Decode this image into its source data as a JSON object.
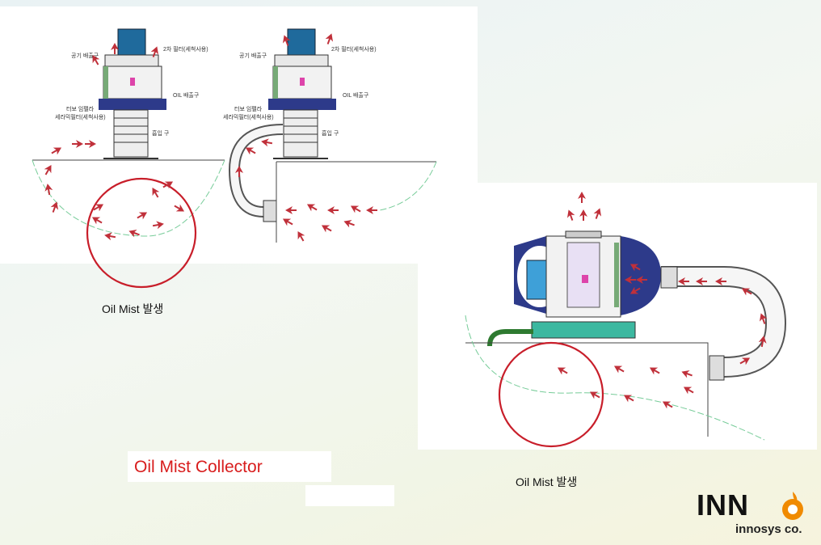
{
  "diagram_left": {
    "labels": {
      "air_outlet": "공기 배출구",
      "secondary_filter": "2차 필터(세척사용)",
      "oil_outlet": "OIL 배출구",
      "turbo_impeller": "터보 임펠라",
      "ceramic_filter": "세라믹필터(세척사용)",
      "inlet": "흡입 구"
    },
    "caption": "Oil Mist 발생"
  },
  "diagram_right": {
    "caption": "Oil Mist 발생"
  },
  "title": "Oil Mist Collector",
  "logo": {
    "mark": "INNO",
    "sub": "innosys co."
  },
  "colors": {
    "title": "#d81d1d",
    "circle": "#c81e2a",
    "arrow": "#c0303a",
    "motor": "#1f6a9c",
    "housing": "#2d3a8a"
  }
}
